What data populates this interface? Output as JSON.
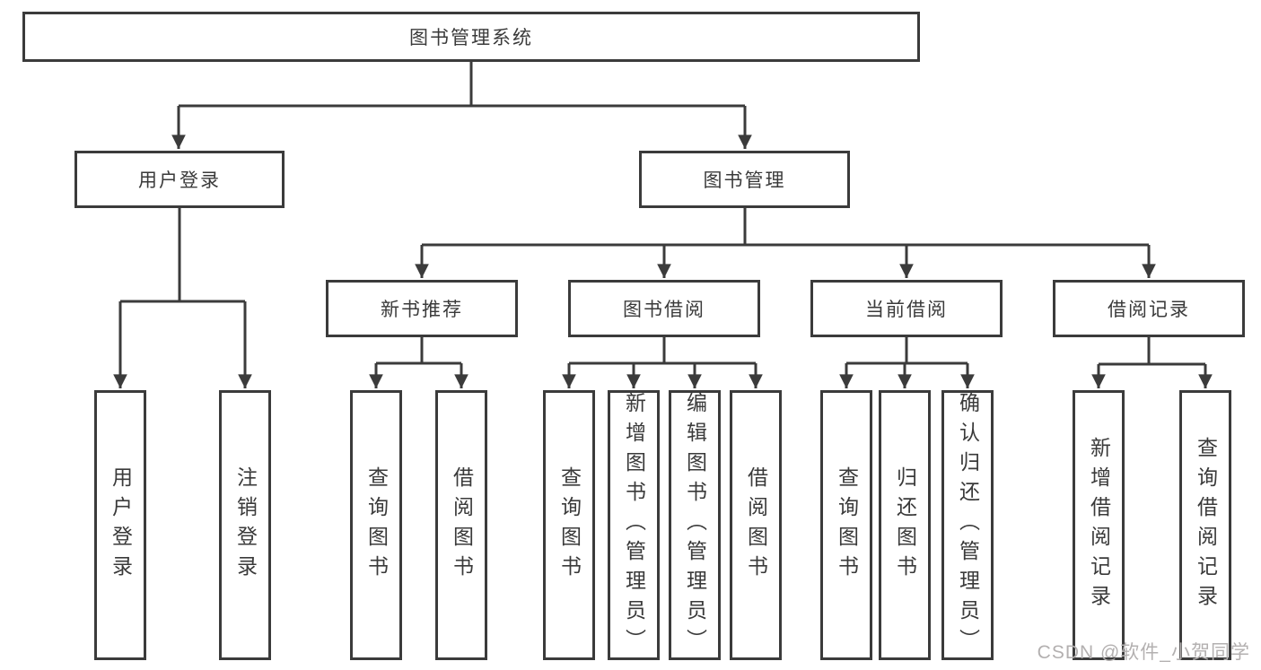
{
  "diagram": {
    "root": {
      "label": "图书管理系统"
    },
    "level2": {
      "user_login": {
        "label": "用户登录"
      },
      "book_management": {
        "label": "图书管理"
      }
    },
    "level3": {
      "new_book_recommend": {
        "label": "新书推荐"
      },
      "book_borrow": {
        "label": "图书借阅"
      },
      "current_borrow": {
        "label": "当前借阅"
      },
      "borrow_record": {
        "label": "借阅记录"
      }
    },
    "leaves": {
      "user_login": [
        "用户登录",
        "注销登录"
      ],
      "new_book_recommend": [
        "查询图书",
        "借阅图书"
      ],
      "book_borrow": [
        "查询图书",
        "新增图书（管理员）",
        "编辑图书（管理员）",
        "借阅图书"
      ],
      "current_borrow": [
        "查询图书",
        "归还图书",
        "确认归还（管理员）"
      ],
      "borrow_record": [
        "新增借阅记录",
        "查询借阅记录"
      ]
    }
  },
  "watermark": {
    "text": "CSDN @软件_小贺同学"
  },
  "colors": {
    "line": "#3b3b3b",
    "text": "#3a3a3a",
    "watermark": "#b3b0b0",
    "background": "#ffffff"
  }
}
